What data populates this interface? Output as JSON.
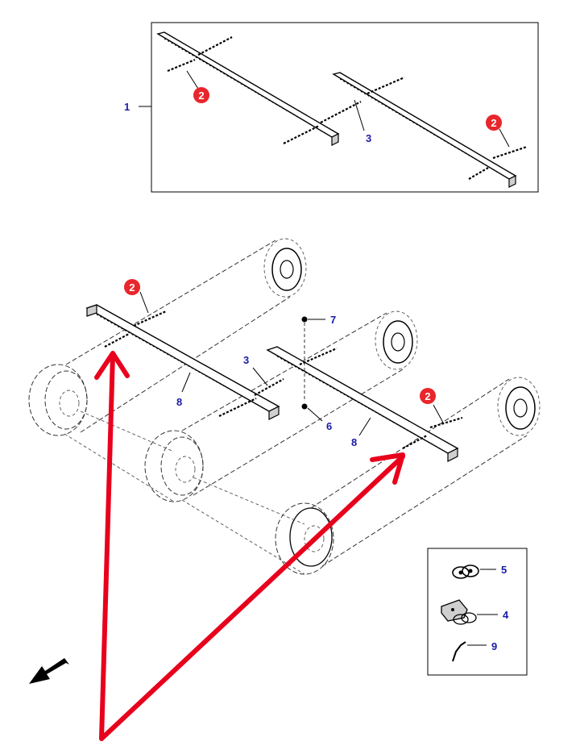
{
  "callouts": {
    "c1": "1",
    "c2": "2",
    "c3": "3",
    "c4": "4",
    "c5": "5",
    "c6": "6",
    "c7": "7",
    "c8": "8",
    "c9": "9"
  },
  "colors": {
    "badge_red": "#e8262b",
    "callout_blue": "#1a1aa6",
    "annotation_red": "#e8001c",
    "outline": "#000000"
  },
  "icons": {
    "direction_arrow": "arrow-down-left-icon"
  }
}
